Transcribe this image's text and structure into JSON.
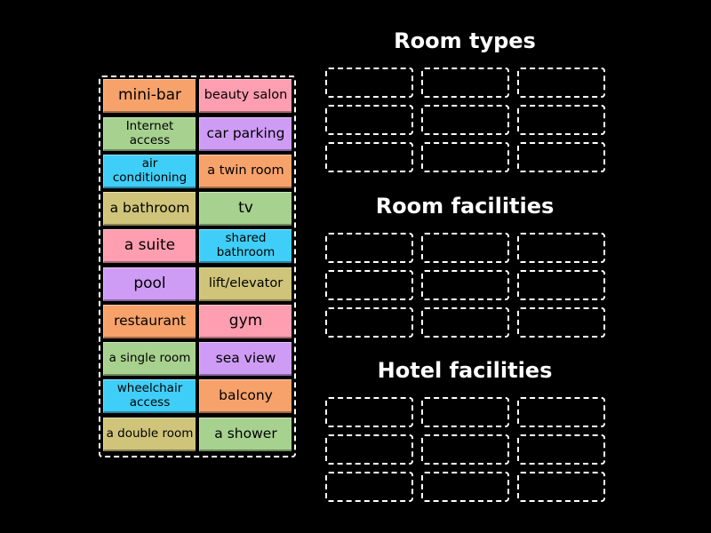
{
  "colors": {
    "background": "#000000",
    "orange": "#f7a26b",
    "pink": "#ff9eb0",
    "green": "#a7d18f",
    "purple": "#cf9cf5",
    "blue": "#3fcef7",
    "olive": "#cfc47a"
  },
  "tiles": [
    {
      "label": "mini-bar",
      "color": "orange"
    },
    {
      "label": "beauty salon",
      "color": "pink"
    },
    {
      "label": "Internet access",
      "color": "green"
    },
    {
      "label": "car parking",
      "color": "purple"
    },
    {
      "label": "air conditioning",
      "color": "blue"
    },
    {
      "label": "a twin room",
      "color": "orange"
    },
    {
      "label": "a bathroom",
      "color": "olive"
    },
    {
      "label": "tv",
      "color": "green"
    },
    {
      "label": "a suite",
      "color": "pink"
    },
    {
      "label": "shared bathroom",
      "color": "blue"
    },
    {
      "label": "pool",
      "color": "purple"
    },
    {
      "label": "lift/elevator",
      "color": "olive"
    },
    {
      "label": "restaurant",
      "color": "orange"
    },
    {
      "label": "gym",
      "color": "pink"
    },
    {
      "label": "a single room",
      "color": "green"
    },
    {
      "label": "sea view",
      "color": "purple"
    },
    {
      "label": "wheelchair access",
      "color": "blue"
    },
    {
      "label": "balcony",
      "color": "orange"
    },
    {
      "label": "a double room",
      "color": "olive"
    },
    {
      "label": "a shower",
      "color": "green"
    }
  ],
  "groups": [
    {
      "title": "Room types"
    },
    {
      "title": "Room facilities"
    },
    {
      "title": "Hotel facilities"
    }
  ]
}
